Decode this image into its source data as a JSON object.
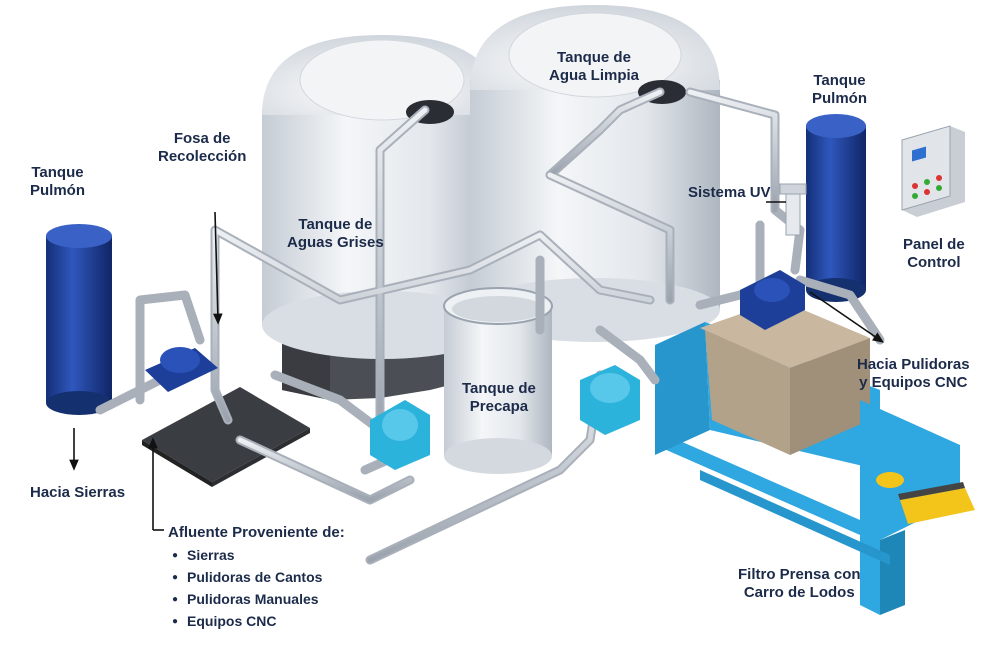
{
  "labels": {
    "fosa": [
      "Fosa de",
      "Recolección"
    ],
    "tanque_pulmon_left": [
      "Tanque",
      "Pulmón"
    ],
    "tanque_pulmon_right": [
      "Tanque",
      "Pulmón"
    ],
    "tanque_aguas_grises": [
      "Tanque de",
      "Aguas Grises"
    ],
    "tanque_agua_limpia": [
      "Tanque de",
      "Agua Limpia"
    ],
    "sistema_uv": "Sistema UV",
    "panel_control": [
      "Panel de",
      "Control"
    ],
    "hacia_pulidoras": [
      "Hacia Pulidoras",
      "y Equipos CNC"
    ],
    "tanque_precapa": [
      "Tanque de",
      "Precapa"
    ],
    "hacia_sierras": "Hacia Sierras",
    "filtro_prensa": [
      "Filtro Prensa con",
      "Carro de Lodos"
    ]
  },
  "afluente": {
    "title": "Afluente Proveniente de:",
    "items": [
      "Sierras",
      "Pulidoras de Cantos",
      "Pulidoras Manuales",
      "Equipos CNC"
    ]
  },
  "colors": {
    "label": "#1c2b4a",
    "blue_tank": "#1d3f9a",
    "pump_blue": "#2bb3dc",
    "pipe": "#c9ced6",
    "filter_frame": "#2fa7e0",
    "filter_plates": "#b3a28a"
  }
}
